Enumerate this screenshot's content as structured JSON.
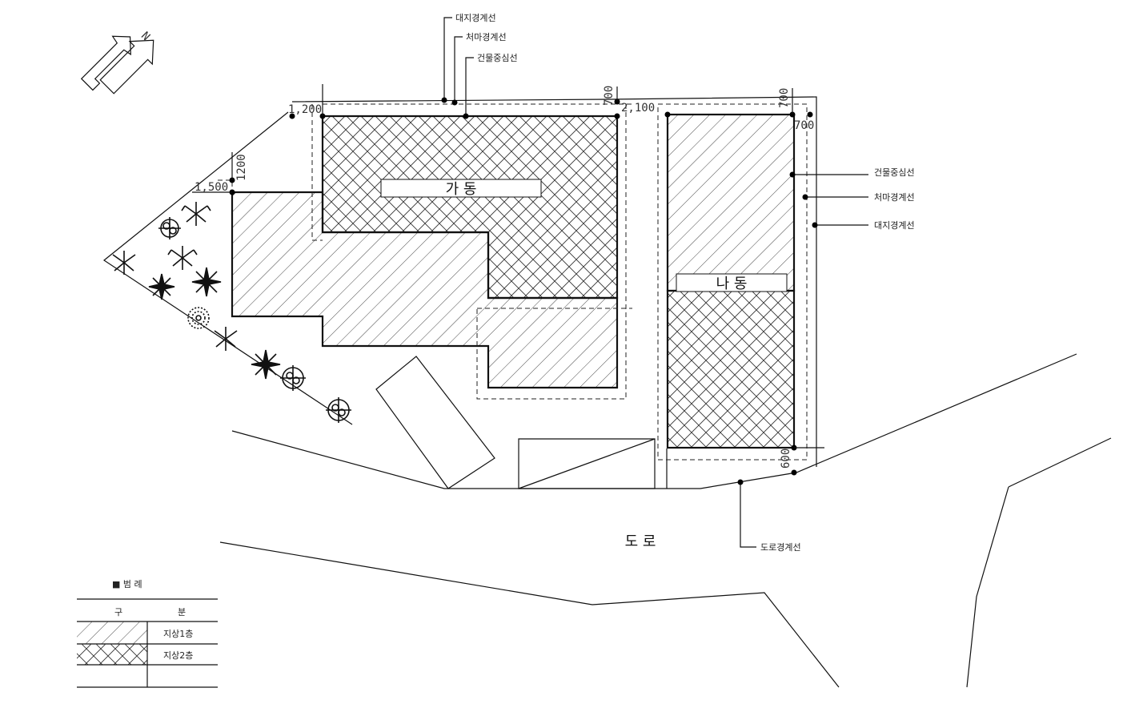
{
  "north": {
    "label": "N"
  },
  "buildings": {
    "ga": {
      "name": "가   동"
    },
    "na": {
      "name": "나   동"
    }
  },
  "road": {
    "label": "도  로"
  },
  "callouts_top": [
    "대지경계선",
    "처마경계선",
    "건물중심선"
  ],
  "callouts_right": [
    "건물중심선",
    "처마경계선",
    "대지경계선"
  ],
  "callout_road": "도로경계선",
  "dimensions": {
    "d1200a": "1,200",
    "d700a": "700",
    "d2100": "2,100",
    "d700b": "700",
    "d700c": "700",
    "d1200b": "1200",
    "d1500": "1,500",
    "d600": "600"
  },
  "legend": {
    "title": "■  범    례",
    "header": [
      "구",
      "분"
    ],
    "rows": [
      {
        "hatch": "single",
        "label": "지상1층"
      },
      {
        "hatch": "cross",
        "label": "지상2층"
      },
      {
        "hatch": "none",
        "label": ""
      }
    ]
  }
}
